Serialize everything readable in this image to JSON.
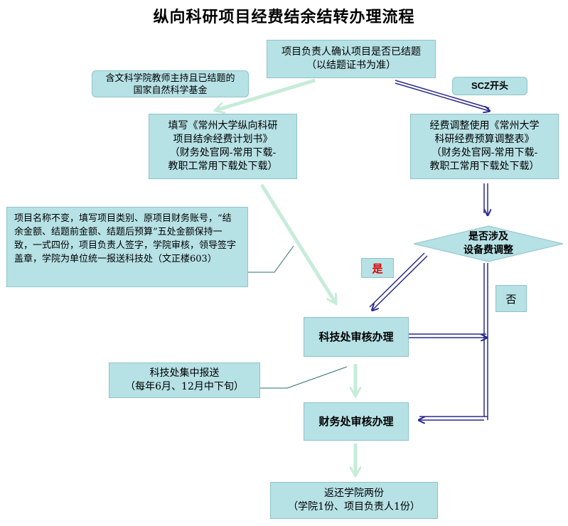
{
  "title": "纵向科研项目经费结余结转办理流程",
  "start": {
    "line1": "项目负责人确认项目是否已结题",
    "line2": "（以结题证书为准）"
  },
  "note_nsfc": {
    "line1": "含文科学院教师主持且已结题的",
    "line2": "国家自然科学基金"
  },
  "note_scz": "SCZ开头",
  "fill_plan": {
    "line1": "填写《常州大学纵向科研",
    "line2": "项目结余经费计划书》",
    "line3": "（财务处官网-常用下载-",
    "line4": "教职工常用下载处下载）"
  },
  "budget_adjust": {
    "line1": "经费调整使用《常州大学",
    "line2": "科研经费预算调整表》",
    "line3": "（财务处官网-常用下载-",
    "line4": "教职工常用下载处下载）"
  },
  "left_note": "项目名称不变，填写项目类别、原项目财务账号，“结余金额、结题前金额、结题后预算”五处金额保持一致，一式四份，项目负责人签字，学院审核，领导签字盖章，学院为单位统一报送科技处（文正楼603）",
  "decision": {
    "line1": "是否涉及",
    "line2": "设备费调整"
  },
  "yes_label": "是",
  "no_label": "否",
  "sci_review": "科技处审核办理",
  "sci_submit": {
    "line1": "科技处集中报送",
    "line2": "（每年6月、12月中下旬）"
  },
  "fin_review": "财务处审核办理",
  "return": {
    "line1": "返还学院两份",
    "line2": "（学院1份、项目负责人1份）"
  },
  "colors": {
    "box_fill": "#b6e1e5",
    "arrow_dark": "#2b2a8c",
    "arrow_light": "#c7ecd9"
  }
}
